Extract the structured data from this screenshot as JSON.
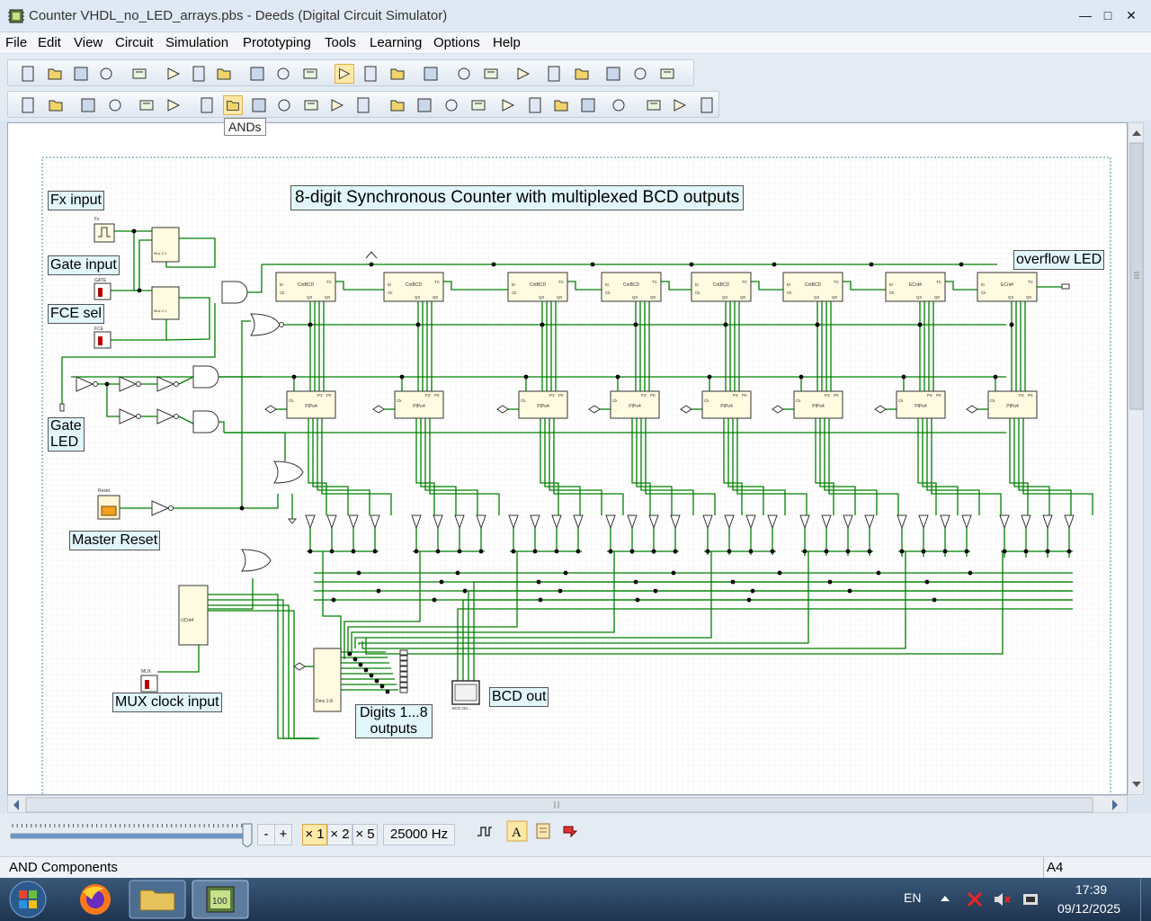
{
  "window": {
    "title": "Counter VHDL_no_LED_arrays.pbs - Deeds (Digital Circuit Simulator)",
    "minimize_glyph": "—",
    "maximize_glyph": "□",
    "close_glyph": "✕"
  },
  "menu": [
    "File",
    "Edit",
    "View",
    "Circuit",
    "Simulation",
    "Prototyping",
    "Tools",
    "Learning",
    "Options",
    "Help"
  ],
  "toolbar": {
    "row1_icons": [
      "new-file-icon",
      "open-folder-icon",
      "save-icon",
      "print-icon",
      "undo-icon",
      "cut-icon",
      "copy-icon",
      "paste-icon",
      "zoom-in-icon",
      "zoom-out-icon",
      "pan-hand-icon",
      "select-arrow-icon",
      "wire-pen-icon",
      "component-edit-icon",
      "eraser-icon",
      "simulate-play-icon",
      "timing-diagram-icon",
      "align-icon",
      "fpga-board-icon",
      "memory-icon",
      "chip-a-icon",
      "chip-b-icon",
      "chip-c-icon"
    ],
    "row2_icons": [
      "input-switch-icon",
      "output-led-icon",
      "clock-icon",
      "pushbutton-icon",
      "wire-node-icon",
      "wire-cross-icon",
      "buffer-icon",
      "and-gate-icon",
      "or-gate-icon",
      "nand-icon",
      "nor-icon",
      "xor-icon",
      "xnor-icon",
      "mux-icon",
      "demux-icon",
      "encoder-icon",
      "decoder-icon",
      "flipflop-icon",
      "register-icon",
      "counter-icon",
      "rom-icon",
      "ram-icon",
      "cpu-icon",
      "bus-icon",
      "label-icon"
    ],
    "tooltip": "ANDs"
  },
  "schematic": {
    "title": "8-digit Synchronous Counter with multiplexed BCD outputs",
    "labels": {
      "fx_input": "Fx input",
      "gate_input": "Gate input",
      "fce_sel": "FCE sel",
      "gate_led_1": "Gate",
      "gate_led_2": "LED",
      "master_reset": "Master Reset",
      "mux_clock_input": "MUX clock input",
      "overflow_led": "overflow LED",
      "bcd_out": "BCD out",
      "digits_1": "Digits 1...8",
      "digits_2": "outputs"
    },
    "counter_names": [
      "CntBCD",
      "CntBCD",
      "CntBCD",
      "CntBCD",
      "CntBCD",
      "CntBCD",
      "ECnt4",
      "ECnt4"
    ],
    "register_name": "PIPo4",
    "mux_name": "Mux 2-1",
    "mux_clock_counter": "UCnt4",
    "demux_name": "Dmx 1-8",
    "component_tags": {
      "fx": "Fx",
      "gate": "GATE",
      "fce": "FCE",
      "reset": "Reset",
      "mux": "MUX",
      "bcd_out_tag": "BCD OU..."
    }
  },
  "bottom": {
    "minus": "-",
    "plus": "+",
    "multipliers": [
      "× 1",
      "× 2",
      "× 5"
    ],
    "frequency": "25000 Hz",
    "icons": [
      "step-clock-icon",
      "text-tool-icon",
      "notes-icon",
      "flag-icon"
    ]
  },
  "status": {
    "left": "AND Components",
    "right": "A4"
  },
  "taskbar": {
    "lang": "EN",
    "time": "17:39",
    "date": "09/12/2025",
    "apps": [
      "start-orb-icon",
      "firefox-icon",
      "file-explorer-icon",
      "deeds-app-icon"
    ]
  },
  "colors": {
    "wire": "#007a00",
    "label_bg": "#e1f5fb",
    "component_bg": "#fffbe0",
    "grid": "#e6e6e6"
  }
}
